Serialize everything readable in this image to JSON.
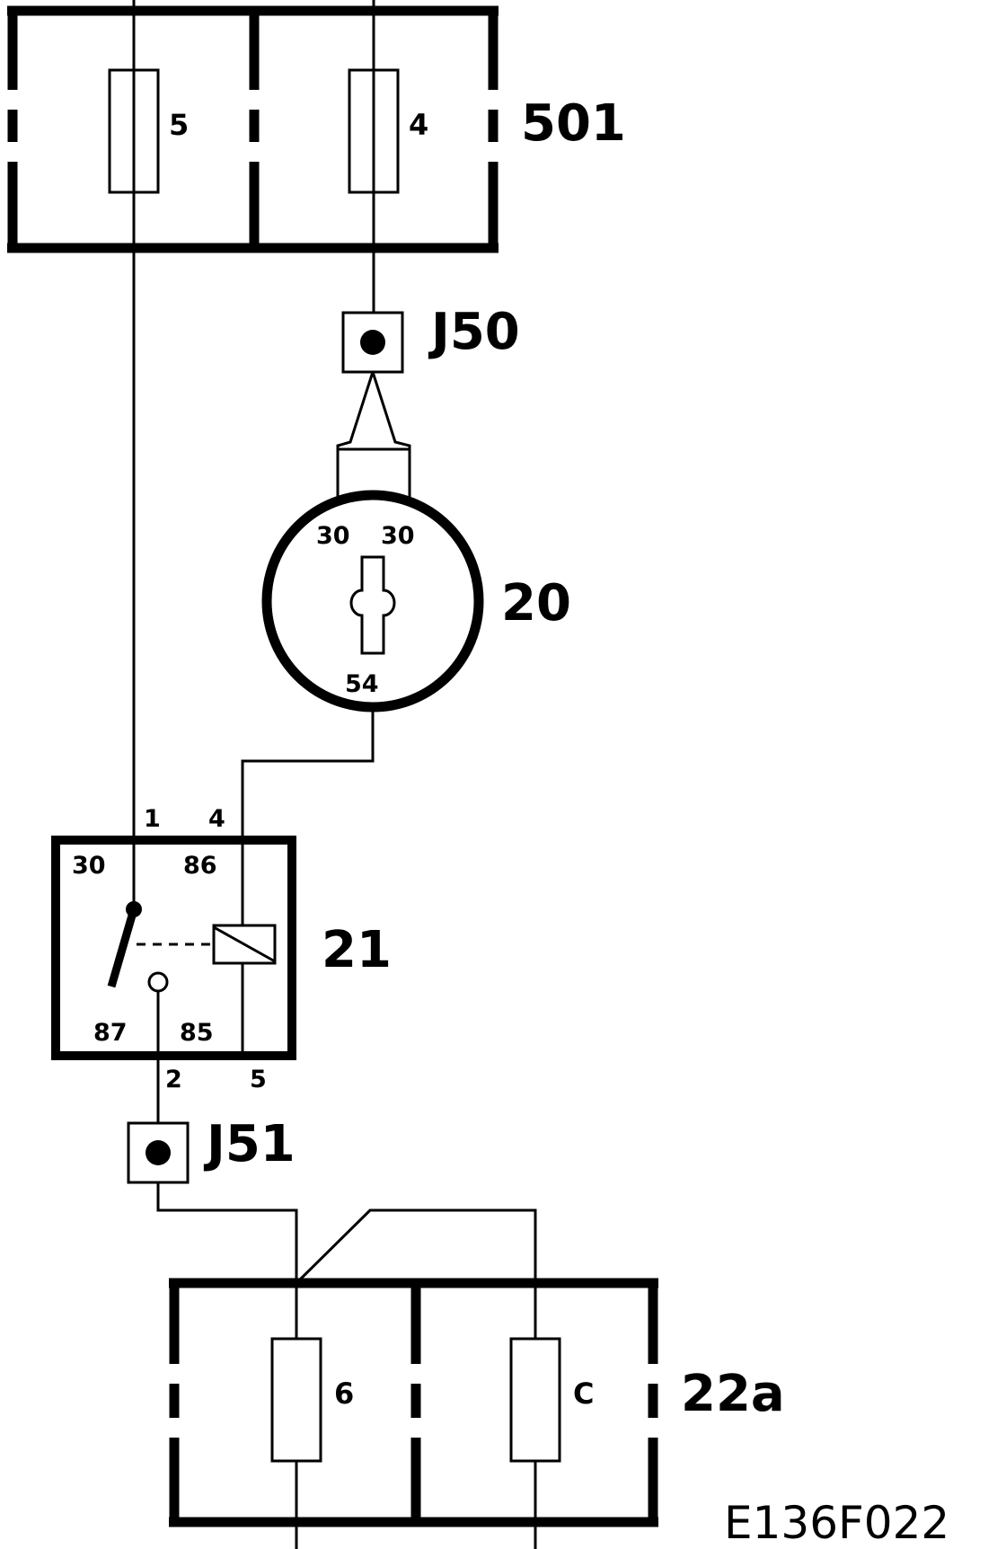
{
  "labels": {
    "fuse_box_top": "501",
    "connector_top": "J50",
    "ignition_switch": "20",
    "relay": "21",
    "connector_bottom": "J51",
    "fuse_box_bottom": "22a",
    "diagram_code": "E136F022"
  },
  "fuses": {
    "top_left": "5",
    "top_right": "4",
    "bottom_left": "6",
    "bottom_right": "C"
  },
  "ignition_pins": {
    "in_left": "30",
    "in_right": "30",
    "out": "54"
  },
  "relay_pins": {
    "p30": "30",
    "p86": "86",
    "p87": "87",
    "p85": "85"
  },
  "wire_numbers": {
    "w1": "1",
    "w4": "4",
    "w2": "2",
    "w5": "5"
  }
}
